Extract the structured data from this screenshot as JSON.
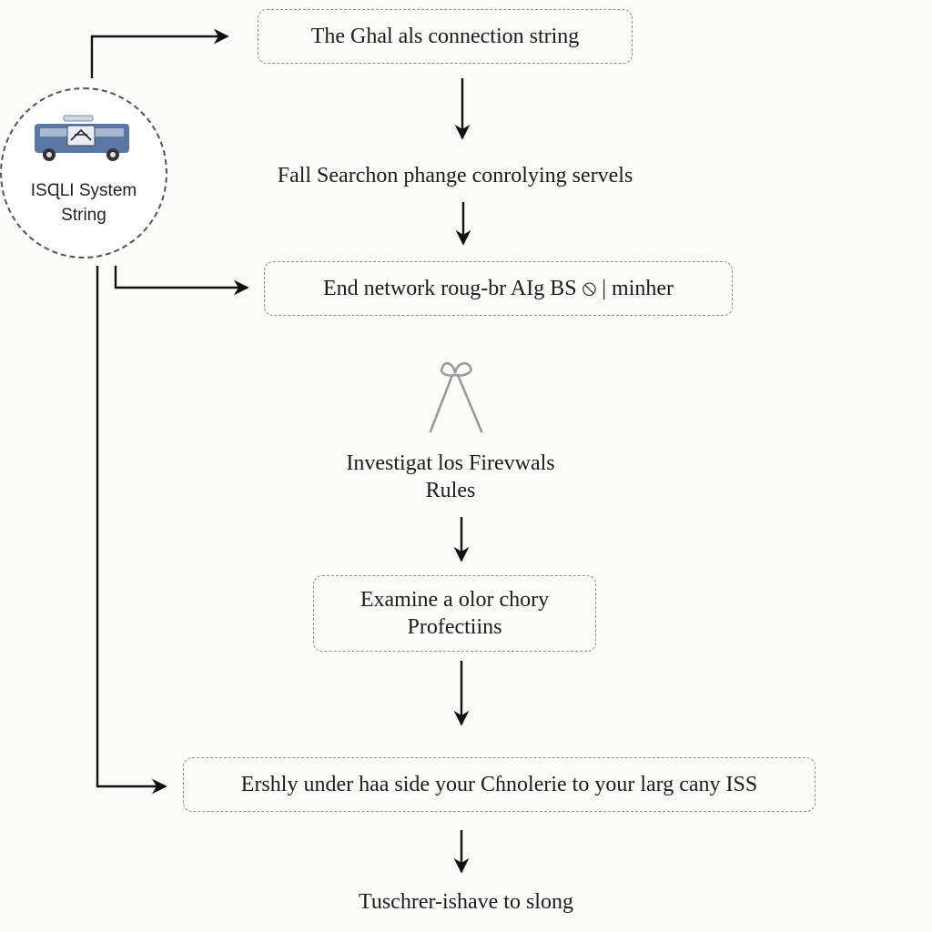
{
  "diagram": {
    "origin": {
      "label_line1": "ISɊLI System",
      "label_line2": "String",
      "icon": "bus-icon"
    },
    "steps": [
      {
        "id": "step-1",
        "style": "box",
        "lines": [
          "The Ghal als connection string"
        ]
      },
      {
        "id": "step-2",
        "style": "text",
        "lines": [
          "Fall Searchon phange conrolying servels"
        ]
      },
      {
        "id": "step-3",
        "style": "box",
        "lines": [
          "End network roug-br AIg BS ⦸ | minher"
        ]
      },
      {
        "id": "step-4",
        "style": "text",
        "icon": "branch-icon",
        "lines": [
          "Investigat los Firevwals",
          "Rules"
        ]
      },
      {
        "id": "step-5",
        "style": "box",
        "lines": [
          "Examine a olor chory",
          "Profectiins"
        ]
      },
      {
        "id": "step-6",
        "style": "box",
        "lines": [
          "Ershly under haa side your Cɦnolerie to your larg cany ISS"
        ]
      },
      {
        "id": "step-7",
        "style": "text",
        "lines": [
          "Tuschrer-ishave to slong"
        ]
      }
    ],
    "colors": {
      "line": "#111111",
      "box_border": "#8c8c8c",
      "bus_body": "#5b77a3",
      "branch_icon": "#9a9a9a"
    }
  }
}
